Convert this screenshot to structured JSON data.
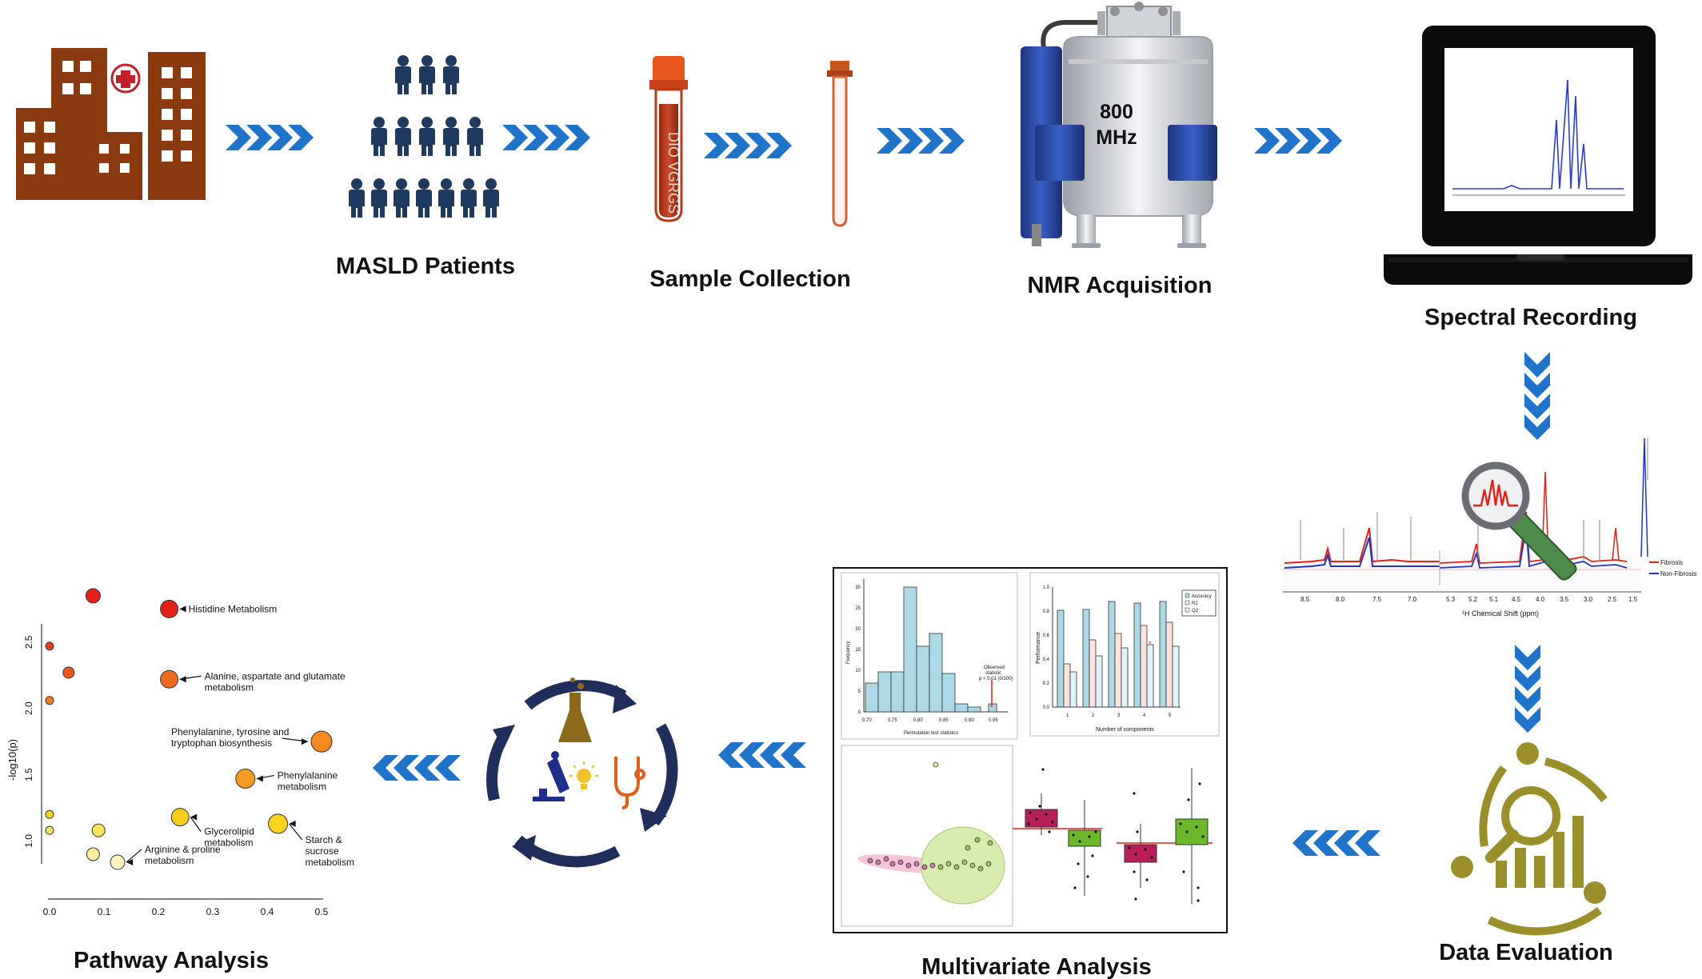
{
  "steps": {
    "patients": "MASLD Patients",
    "sample": "Sample Collection",
    "nmr": "NMR Acquisition",
    "spectral": "Spectral Recording",
    "evaluation": "Data Evaluation",
    "multivariate": "Multivariate Analysis",
    "pathway": "Pathway Analysis"
  },
  "nmr_label": {
    "line1": "800",
    "line2": "MHz"
  },
  "colors": {
    "arrow": "#1f73c8",
    "building": "#8b3a0f",
    "people": "#1f3a5f",
    "magnet": "#2b4aa8",
    "olive": "#9a8f2a",
    "cycle": "#1f2e5a"
  },
  "spectrum_labels": {
    "fibrosis": "Fibrosis",
    "non_fibrosis": "Non-Fibrosis",
    "axis": "¹H Chemical Shift (ppm)"
  },
  "panels": {
    "permutation": {
      "xlabel": "Permutation test statistics",
      "ylabel": "Frequency",
      "annotation": [
        "Observed",
        "statistic",
        "p < 0.01 (0/100)"
      ],
      "xticks": [
        "0.70",
        "0.75",
        "0.80",
        "0.85",
        "0.90",
        "0.95"
      ],
      "yticks": [
        "0",
        "5",
        "10",
        "15",
        "20",
        "25",
        "30"
      ]
    },
    "performance": {
      "xlabel": "Number of components",
      "ylabel": "Performance",
      "legend": [
        "Accuracy",
        "R2",
        "Q2"
      ],
      "xticks": [
        "1",
        "2",
        "3",
        "4",
        "5"
      ],
      "yticks": [
        "0.0",
        "0.2",
        "0.4",
        "0.6",
        "0.8",
        "1.0"
      ]
    }
  },
  "chart_data": {
    "type": "scatter",
    "ylabel": "-log10(p)",
    "xlabel": "",
    "xlim": [
      0,
      0.5
    ],
    "ylim": [
      0.9,
      3.0
    ],
    "xticks": [
      "0.0",
      "0.1",
      "0.2",
      "0.3",
      "0.4",
      "0.5"
    ],
    "yticks": [
      "1.0",
      "1.5",
      "2.0",
      "2.5"
    ],
    "points": [
      {
        "x": 0.08,
        "y": 2.85,
        "r": 9,
        "color": "#e4201a",
        "label": ""
      },
      {
        "x": 0.22,
        "y": 2.75,
        "r": 11,
        "color": "#e4201a",
        "label": "Histidine Metabolism"
      },
      {
        "x": 0.0,
        "y": 2.47,
        "r": 5,
        "color": "#e4401c",
        "label": ""
      },
      {
        "x": 0.035,
        "y": 2.27,
        "r": 7,
        "color": "#e85a1e",
        "label": ""
      },
      {
        "x": 0.22,
        "y": 2.22,
        "r": 11,
        "color": "#ee6a1f",
        "label": "Alanine, aspartate and glutamate metabolism"
      },
      {
        "x": 0.0,
        "y": 2.06,
        "r": 5,
        "color": "#f07a20",
        "label": ""
      },
      {
        "x": 0.5,
        "y": 1.75,
        "r": 13,
        "color": "#f48a22",
        "label": "Phenylalanine, tyrosine and tryptophan biosynthesis"
      },
      {
        "x": 0.36,
        "y": 1.47,
        "r": 12,
        "color": "#f59a22",
        "label": "Phenylalanine metabolism"
      },
      {
        "x": 0.0,
        "y": 1.2,
        "r": 5,
        "color": "#f7d21e",
        "label": ""
      },
      {
        "x": 0.24,
        "y": 1.18,
        "r": 11,
        "color": "#f6cf1c",
        "label": "Glycerolipid metabolism"
      },
      {
        "x": 0.42,
        "y": 1.13,
        "r": 12,
        "color": "#f8d41c",
        "label": "Starch & sucrose metabolism"
      },
      {
        "x": 0.0,
        "y": 1.08,
        "r": 5,
        "color": "#f8e25a",
        "label": ""
      },
      {
        "x": 0.09,
        "y": 1.08,
        "r": 8,
        "color": "#f8e45a",
        "label": ""
      },
      {
        "x": 0.08,
        "y": 0.9,
        "r": 8,
        "color": "#fbee9a",
        "label": ""
      },
      {
        "x": 0.125,
        "y": 0.84,
        "r": 9,
        "color": "#fcf3c0",
        "label": "Arginine & proline metabolism"
      }
    ]
  }
}
